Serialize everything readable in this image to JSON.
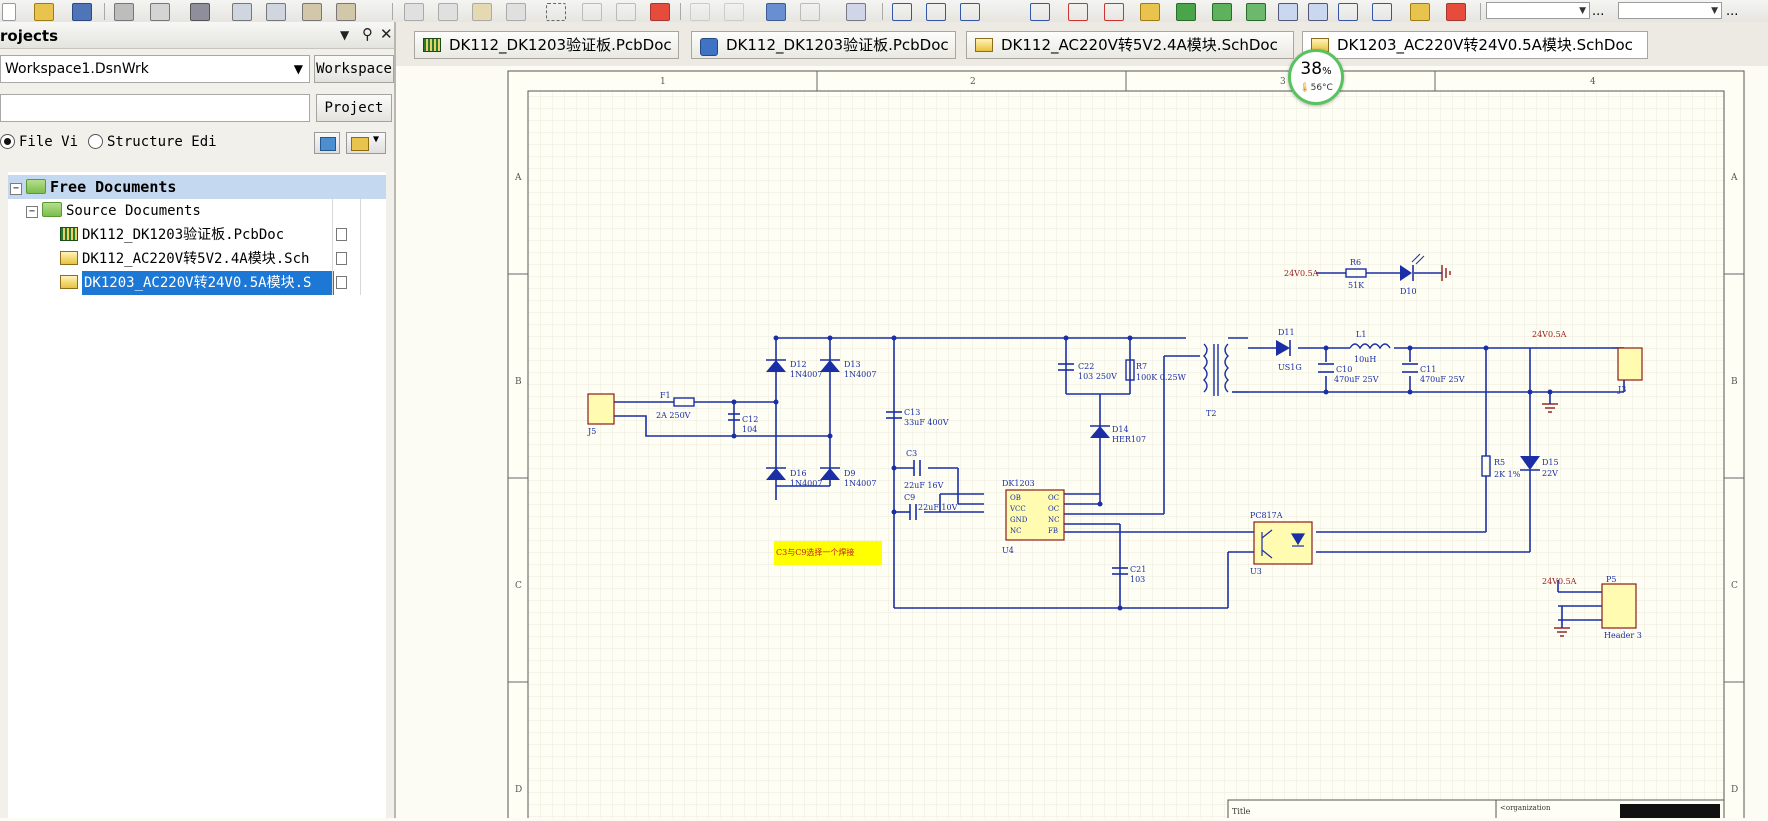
{
  "toolbar": {
    "zoom_combo_value": "",
    "combo2_value": "",
    "ellipsis": "..."
  },
  "panel": {
    "title": "rojects",
    "workspace_combo": "Workspace1.DsnWrk",
    "workspace_button": "Workspace",
    "project_button": "Project",
    "project_input": "",
    "radio_file_view": "File Vi",
    "radio_structure": "Structure Edi",
    "tree": {
      "free_documents": "Free Documents",
      "source_documents": "Source Documents",
      "files": [
        "DK112_DK1203验证板.PcbDoc",
        "DK112_AC220V转5V2.4A模块.Sch",
        "DK1203_AC220V转24V0.5A模块.S"
      ]
    }
  },
  "tabs": [
    "DK112_DK1203验证板.PcbDoc",
    "DK112_DK1203验证板.PcbDoc",
    "DK112_AC220V转5V2.4A模块.SchDoc",
    "DK1203_AC220V转24V0.5A模块.SchDoc"
  ],
  "badge": {
    "percent": "38",
    "percent_unit": "%",
    "temperature": "56°C"
  },
  "schematic": {
    "zone_cols": [
      "1",
      "2",
      "3",
      "4"
    ],
    "zone_rows": [
      "A",
      "B",
      "C",
      "D"
    ],
    "labels": {
      "net_24v_r6": "24V0.5A",
      "r6": "R6",
      "r6_val": "51K",
      "d10": "D10",
      "d11": "D11",
      "d11_val": "US1G",
      "l1": "L1",
      "l1_val": "10uH",
      "c10": "C10",
      "c10_val": "470uF 25V",
      "c11": "C11",
      "c11_val": "470uF 25V",
      "net_24v_j3": "24V0.5A",
      "j3": "J3",
      "c22": "C22",
      "c22_val": "103 250V",
      "r7": "R7",
      "r7_val": "100K 0.25W",
      "t2": "T2",
      "d12": "D12",
      "d12_val": "1N4007",
      "d13": "D13",
      "d13_val": "1N4007",
      "d16": "D16",
      "d16_val": "1N4007",
      "d9": "D9",
      "d9_val": "1N4007",
      "c13": "C13",
      "c13_val": "33uF 400V",
      "f1": "F1",
      "f1_val": "2A 250V",
      "c12": "C12",
      "c12_val": "104",
      "j5": "J5",
      "d14": "D14",
      "d14_val": "HER107",
      "c3": "C3",
      "c3_val": "22uF 16V",
      "c9": "C9",
      "c9_val": "22uF 10V",
      "u4_name": "DK1203",
      "u4": "U4",
      "u4_pins_left": [
        "OB",
        "VCC",
        "GND",
        "NC"
      ],
      "u4_pins_right": [
        "OC",
        "OC",
        "NC",
        "FB"
      ],
      "r5": "R5",
      "r5_val": "2K 1%",
      "d15": "D15",
      "d15_val": "22V",
      "pc817": "PC817A",
      "u3": "U3",
      "c21": "C21",
      "c21_val": "103",
      "note": "C3与C9选择一个焊接",
      "net_24v_p5": "24V0.5A",
      "p5": "P5",
      "p5_val": "Header 3",
      "title_label": "Title",
      "org": "<organization"
    }
  }
}
